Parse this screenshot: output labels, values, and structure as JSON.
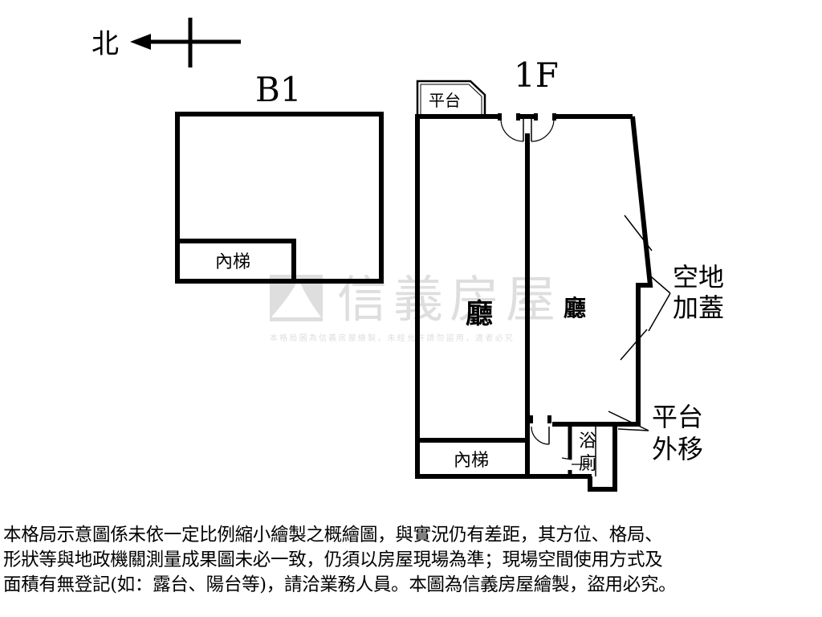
{
  "compass": {
    "north_label": "北"
  },
  "floors": {
    "b1": {
      "title": "B1",
      "stair_label": "內梯"
    },
    "f1": {
      "title": "1F",
      "balcony_label": "平台",
      "left_room": "廳",
      "right_room": "廳",
      "stair_label": "內梯",
      "bath_label_1": "浴",
      "bath_label_2": "廁"
    }
  },
  "annotations": {
    "open_space_line1": "空地",
    "open_space_line2": "加蓋",
    "terrace_line1": "平台",
    "terrace_line2": "外移"
  },
  "watermark": {
    "brand": "信義房屋",
    "notice": "本格局圖為信義房屋繪製，未經允許請勿盜用，違者必究"
  },
  "disclaimer": {
    "line1": "本格局示意圖係未依一定比例縮小繪製之概繪圖，與實況仍有差距，其方位、格局、",
    "line2": "形狀等與地政機關測量成果圖未必一致，仍須以房屋現場為準；現場空間使用方式及",
    "line3": "面積有無登記(如：露台、陽台等)，請洽業務人員。本圖為信義房屋繪製，盜用必究。"
  }
}
